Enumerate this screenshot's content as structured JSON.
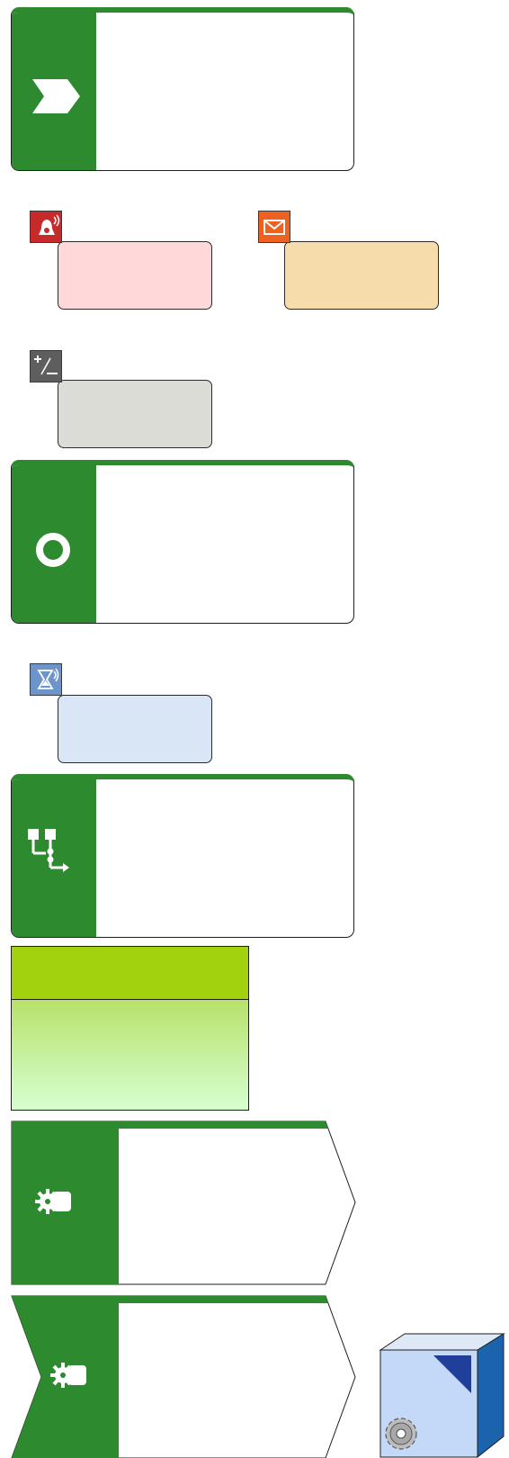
{
  "diagram": {
    "shapes": [
      {
        "id": "process-start",
        "kind": "process-box",
        "icon": "chevron-right-icon"
      },
      {
        "id": "alarm-event",
        "kind": "event-box",
        "icon": "alarm-bell-icon",
        "fill": "#ffd9d9",
        "badge": "#c62a2a"
      },
      {
        "id": "message-event",
        "kind": "event-box",
        "icon": "envelope-icon",
        "fill": "#f6dcab",
        "badge": "#ee6221"
      },
      {
        "id": "compute-event",
        "kind": "event-box",
        "icon": "plus-minus-icon",
        "fill": "#dcdcd6",
        "badge": "#5e5e5e"
      },
      {
        "id": "process-end",
        "kind": "process-box",
        "icon": "ring-icon"
      },
      {
        "id": "signal-event",
        "kind": "event-box",
        "icon": "signal-hourglass-icon",
        "fill": "#d8e6f5",
        "badge": "#6d95cc"
      },
      {
        "id": "process-flow",
        "kind": "process-box",
        "icon": "flow-chart-icon"
      },
      {
        "id": "pool-lane",
        "kind": "pool",
        "header_color": "#a2d10e"
      },
      {
        "id": "process-step",
        "kind": "pentagon-box",
        "icon": "gear-shape-icon"
      },
      {
        "id": "process-chevron",
        "kind": "chevron-box",
        "icon": "gear-shape-icon"
      },
      {
        "id": "component",
        "kind": "cube",
        "icon": "gear-icon",
        "fill": "#c4d8f7",
        "side": "#1b64ad"
      }
    ],
    "colors": {
      "process_green": "#2e8a2e",
      "pool_header": "#a2d10e",
      "outline": "#1e1e1e"
    }
  }
}
